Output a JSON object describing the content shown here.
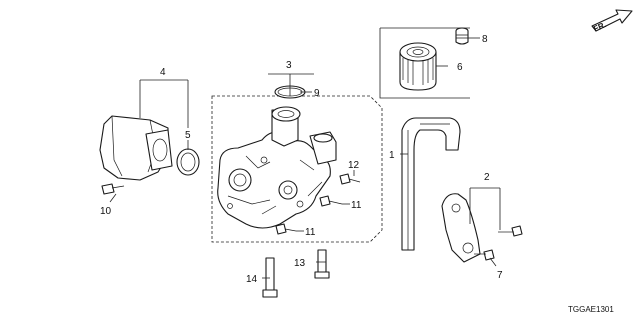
{
  "direction_arrow": {
    "text": "FR."
  },
  "callouts": {
    "c1": "1",
    "c2": "2",
    "c3": "3",
    "c4": "4",
    "c5": "5",
    "c6": "6",
    "c7": "7",
    "c8": "8",
    "c9": "9",
    "c10": "10",
    "c11a": "11",
    "c11b": "11",
    "c12": "12",
    "c13": "13",
    "c14": "14"
  },
  "diagram_code": "TGGAE1301"
}
